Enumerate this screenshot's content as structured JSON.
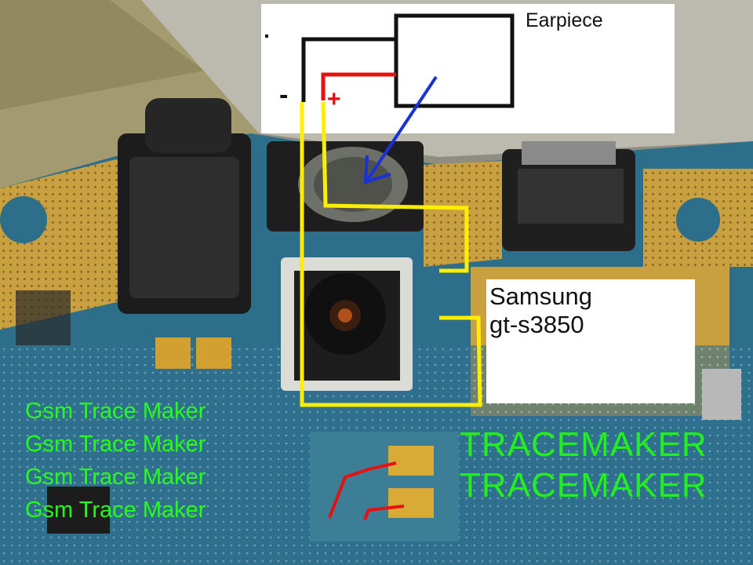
{
  "diagram": {
    "component_label": "Earpiece",
    "negative_label": "-",
    "positive_label": "+",
    "model_label_line1": "Samsung",
    "model_label_line2": "gt-s3850"
  },
  "watermarks": {
    "gsm": [
      "Gsm Trace Maker",
      "Gsm Trace Maker",
      "Gsm Trace Maker",
      "Gsm Trace Maker"
    ],
    "tracemaker": [
      "TRACEMAKER",
      "TRACEMAKER"
    ]
  },
  "colors": {
    "trace_yellow": "#ffee00",
    "trace_red": "#e81010",
    "arrow_blue": "#1a30d8",
    "watermark_green": "#27ff1a",
    "pcb_blue": "#2d6f8a",
    "pcb_gold": "#caa242"
  }
}
